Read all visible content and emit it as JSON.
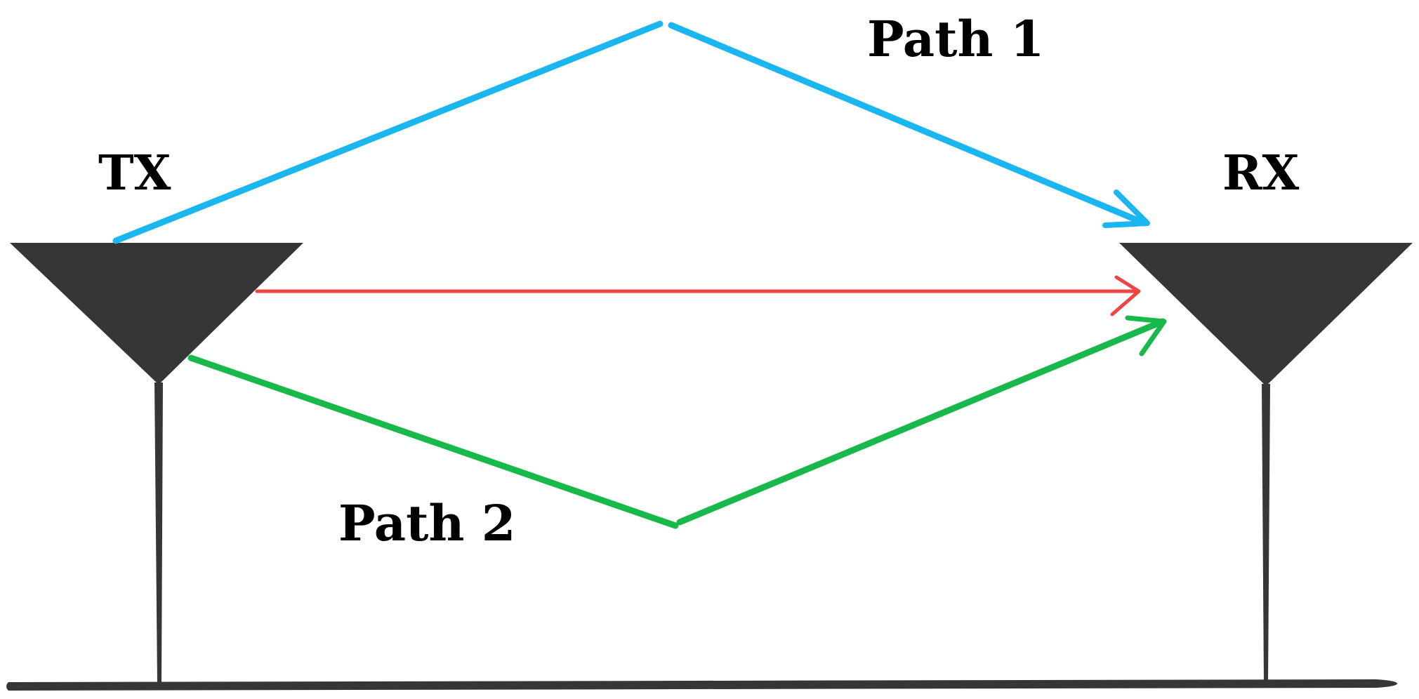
{
  "labels": {
    "tx": "TX",
    "rx": "RX",
    "path1": "Path 1",
    "path2": "Path 2"
  },
  "colors": {
    "antenna": "#363638",
    "ground": "#363638",
    "path1": "#1bb5ef",
    "path2": "#19b84a",
    "direct": "#f04545",
    "text": "#000000",
    "background": "#ffffff"
  }
}
